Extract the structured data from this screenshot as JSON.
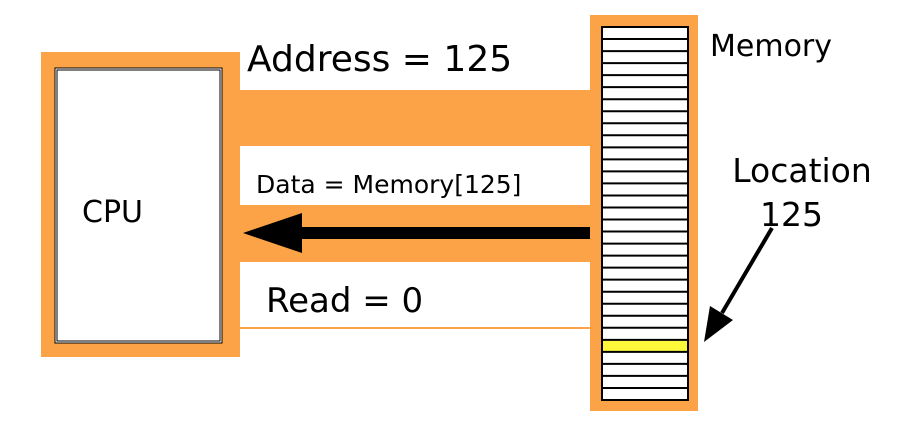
{
  "labels": {
    "address": "Address = 125",
    "data": "Data = Memory[125]",
    "read": "Read = 0",
    "cpu": "CPU",
    "memory": "Memory",
    "location": "Location",
    "location_number": "125"
  },
  "colors": {
    "bus": "#fba346",
    "highlight": "#fdf93a",
    "stroke": "#000000"
  },
  "memory": {
    "cell_count": 31,
    "highlighted_index": 26
  }
}
